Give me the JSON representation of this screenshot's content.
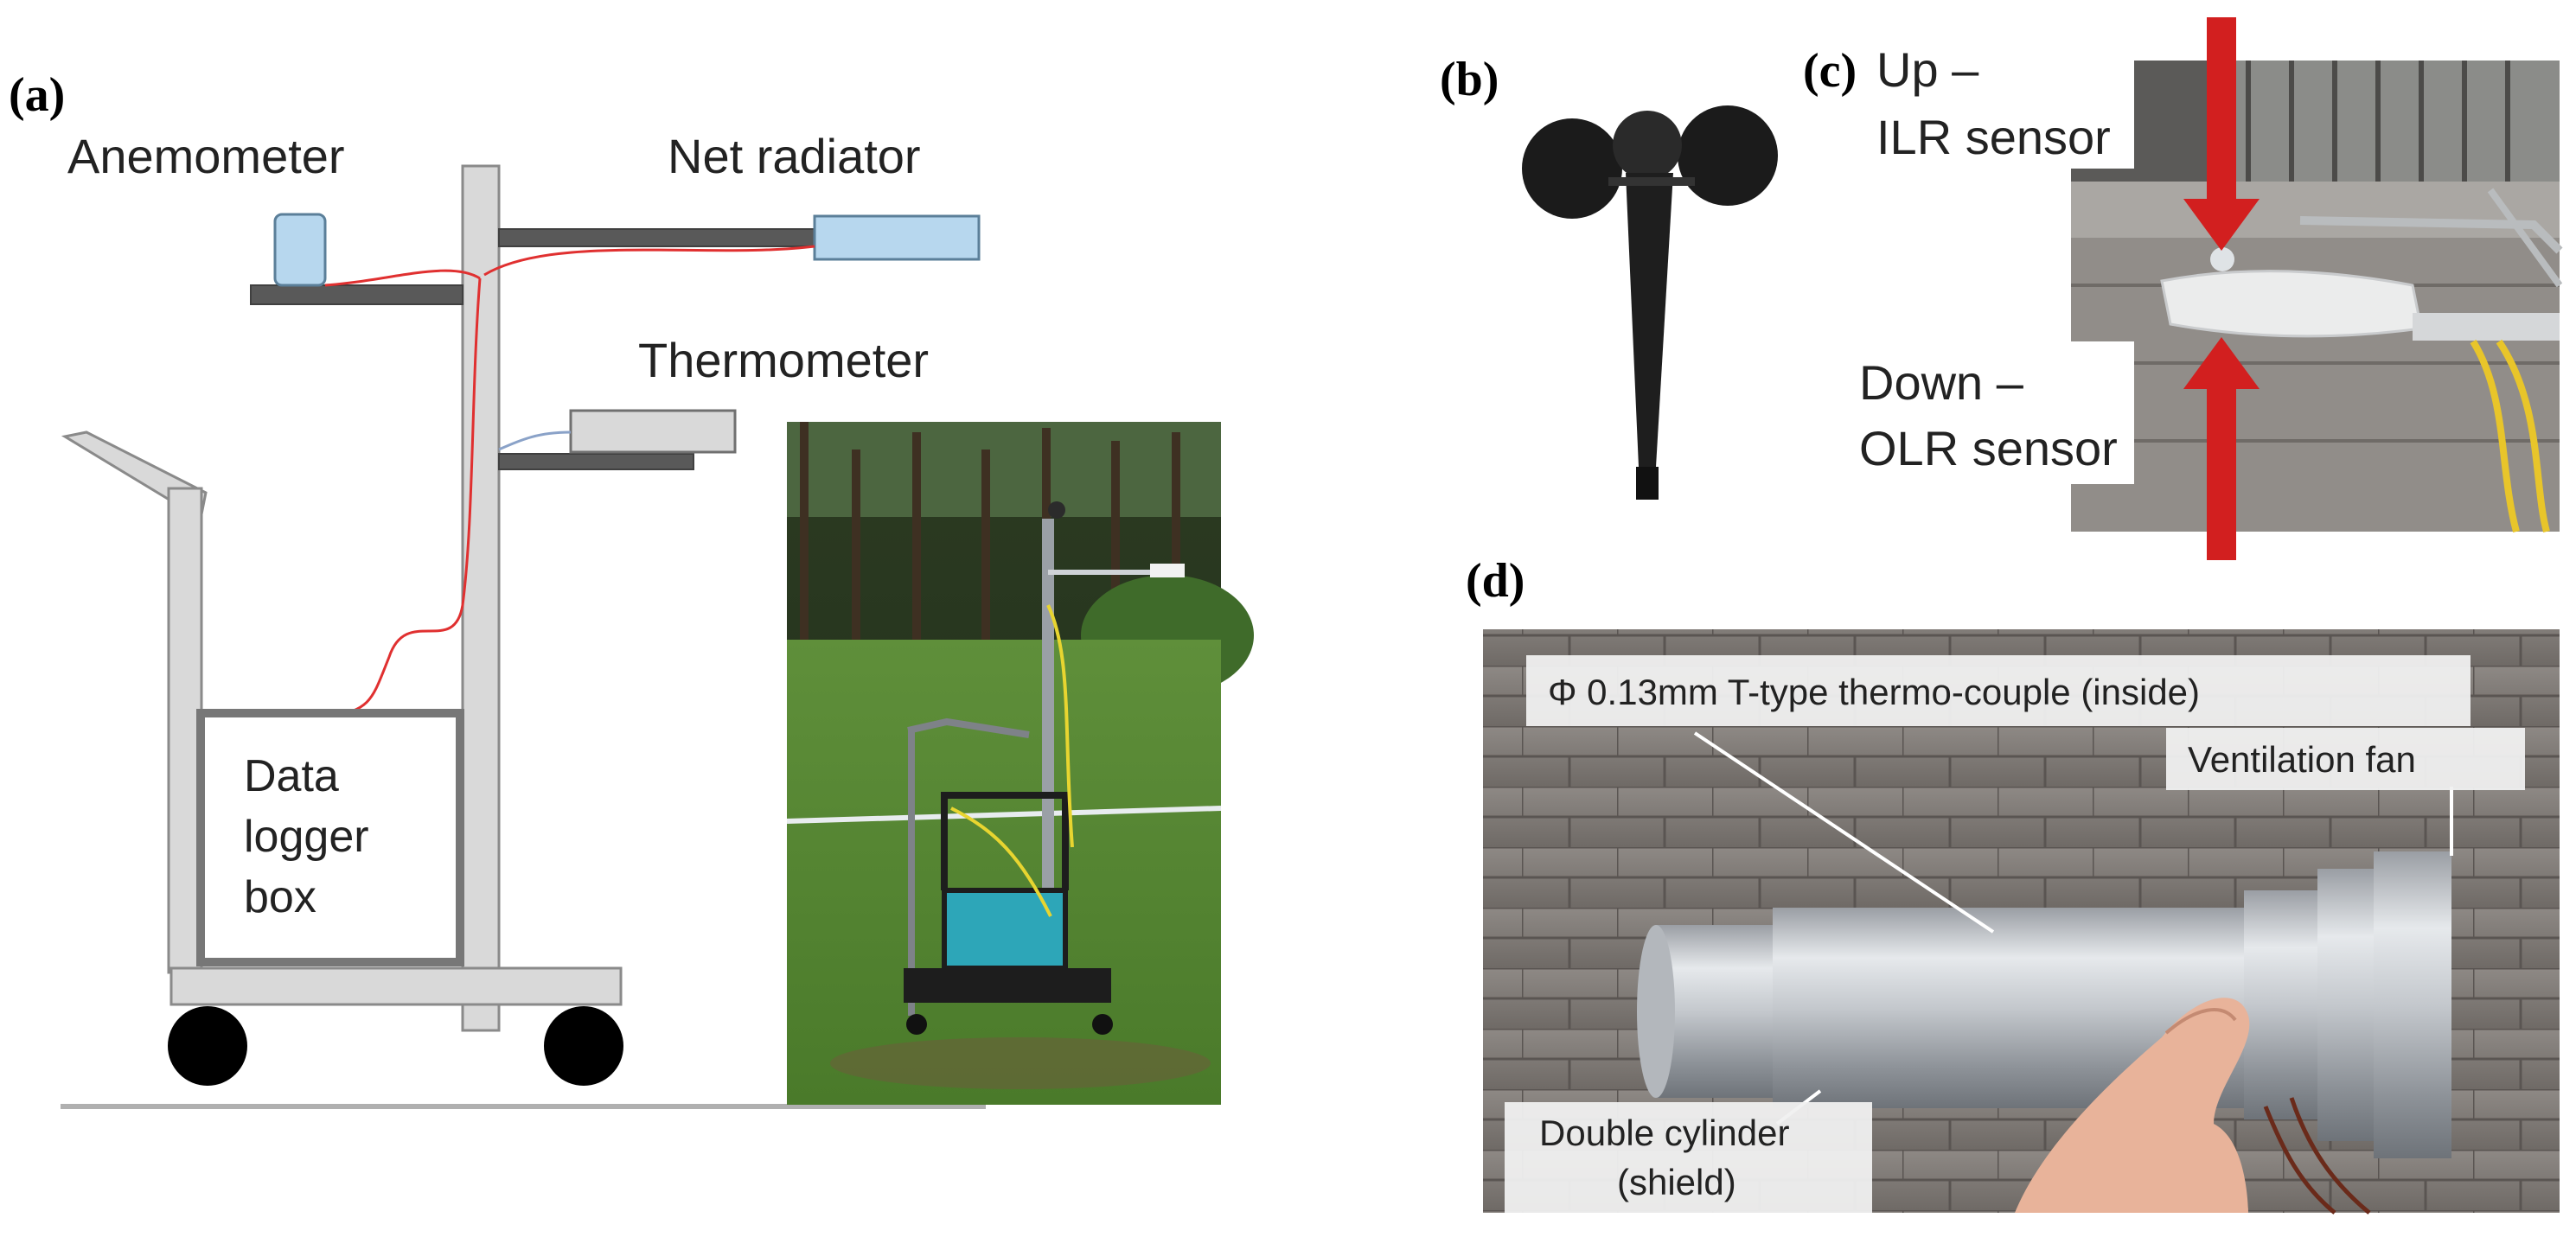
{
  "panels": {
    "a": {
      "letter": "(a)",
      "labels": {
        "anemometer": "Anemometer",
        "net_radiator": "Net radiator",
        "thermometer": "Thermometer",
        "logger_line1": "Data",
        "logger_line2": "logger",
        "logger_line3": "box"
      }
    },
    "b": {
      "letter": "(b)"
    },
    "c": {
      "letter": "(c)",
      "up_line1": "Up –",
      "up_line2": "ILR sensor",
      "down_line1": "Down –",
      "down_line2": "OLR sensor"
    },
    "d": {
      "letter": "(d)",
      "thermocouple": "Φ 0.13mm T-type thermo-couple (inside)",
      "fan": "Ventilation fan",
      "shield_line1": "Double cylinder",
      "shield_line2": "(shield)"
    }
  },
  "colors": {
    "sensor_blue": "#b7d7ee",
    "arrow_red": "#d21f1f",
    "frame_gray": "#d9d9d9",
    "wire_red": "#e03030"
  }
}
